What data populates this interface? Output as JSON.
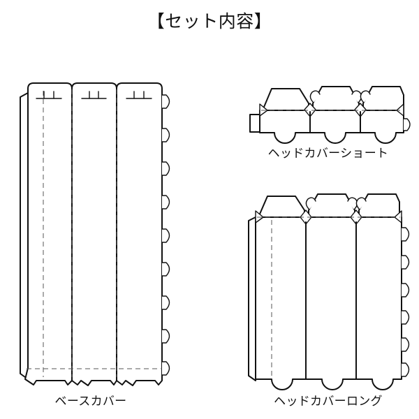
{
  "page": {
    "title": "【セット内容】",
    "background_color": "#ffffff",
    "line_color": "#111111",
    "fold_line_color": "#555555"
  },
  "items": [
    {
      "id": "base-cover",
      "label": "ベースカバー",
      "panels": 3,
      "right_edge_loops": 9,
      "has_left_flap": true,
      "top_tick_marks_per_panel": 2,
      "bottom_flap_style": "notched-trapezoid"
    },
    {
      "id": "head-cover-short",
      "label": "ヘッドカバーショート",
      "panels": 3,
      "right_edge_loops": 1,
      "has_left_flap": true,
      "top_shape": "hexagon",
      "bottom_notch_style": "semicircle"
    },
    {
      "id": "head-cover-long",
      "label": "ヘッドカバーロング",
      "panels": 3,
      "right_edge_loops": 6,
      "has_left_flap": true,
      "top_shape": "hexagon",
      "bottom_notch_style": "semicircle"
    }
  ],
  "chart_data": {
    "type": "diagram",
    "title": "【セット内容】",
    "description": "Packaging die-cut layout sheet showing three set components",
    "components": [
      {
        "name": "ベースカバー",
        "panels": 3,
        "loops": 9
      },
      {
        "name": "ヘッドカバーショート",
        "panels": 3,
        "loops": 1
      },
      {
        "name": "ヘッドカバーロング",
        "panels": 3,
        "loops": 6
      }
    ]
  }
}
